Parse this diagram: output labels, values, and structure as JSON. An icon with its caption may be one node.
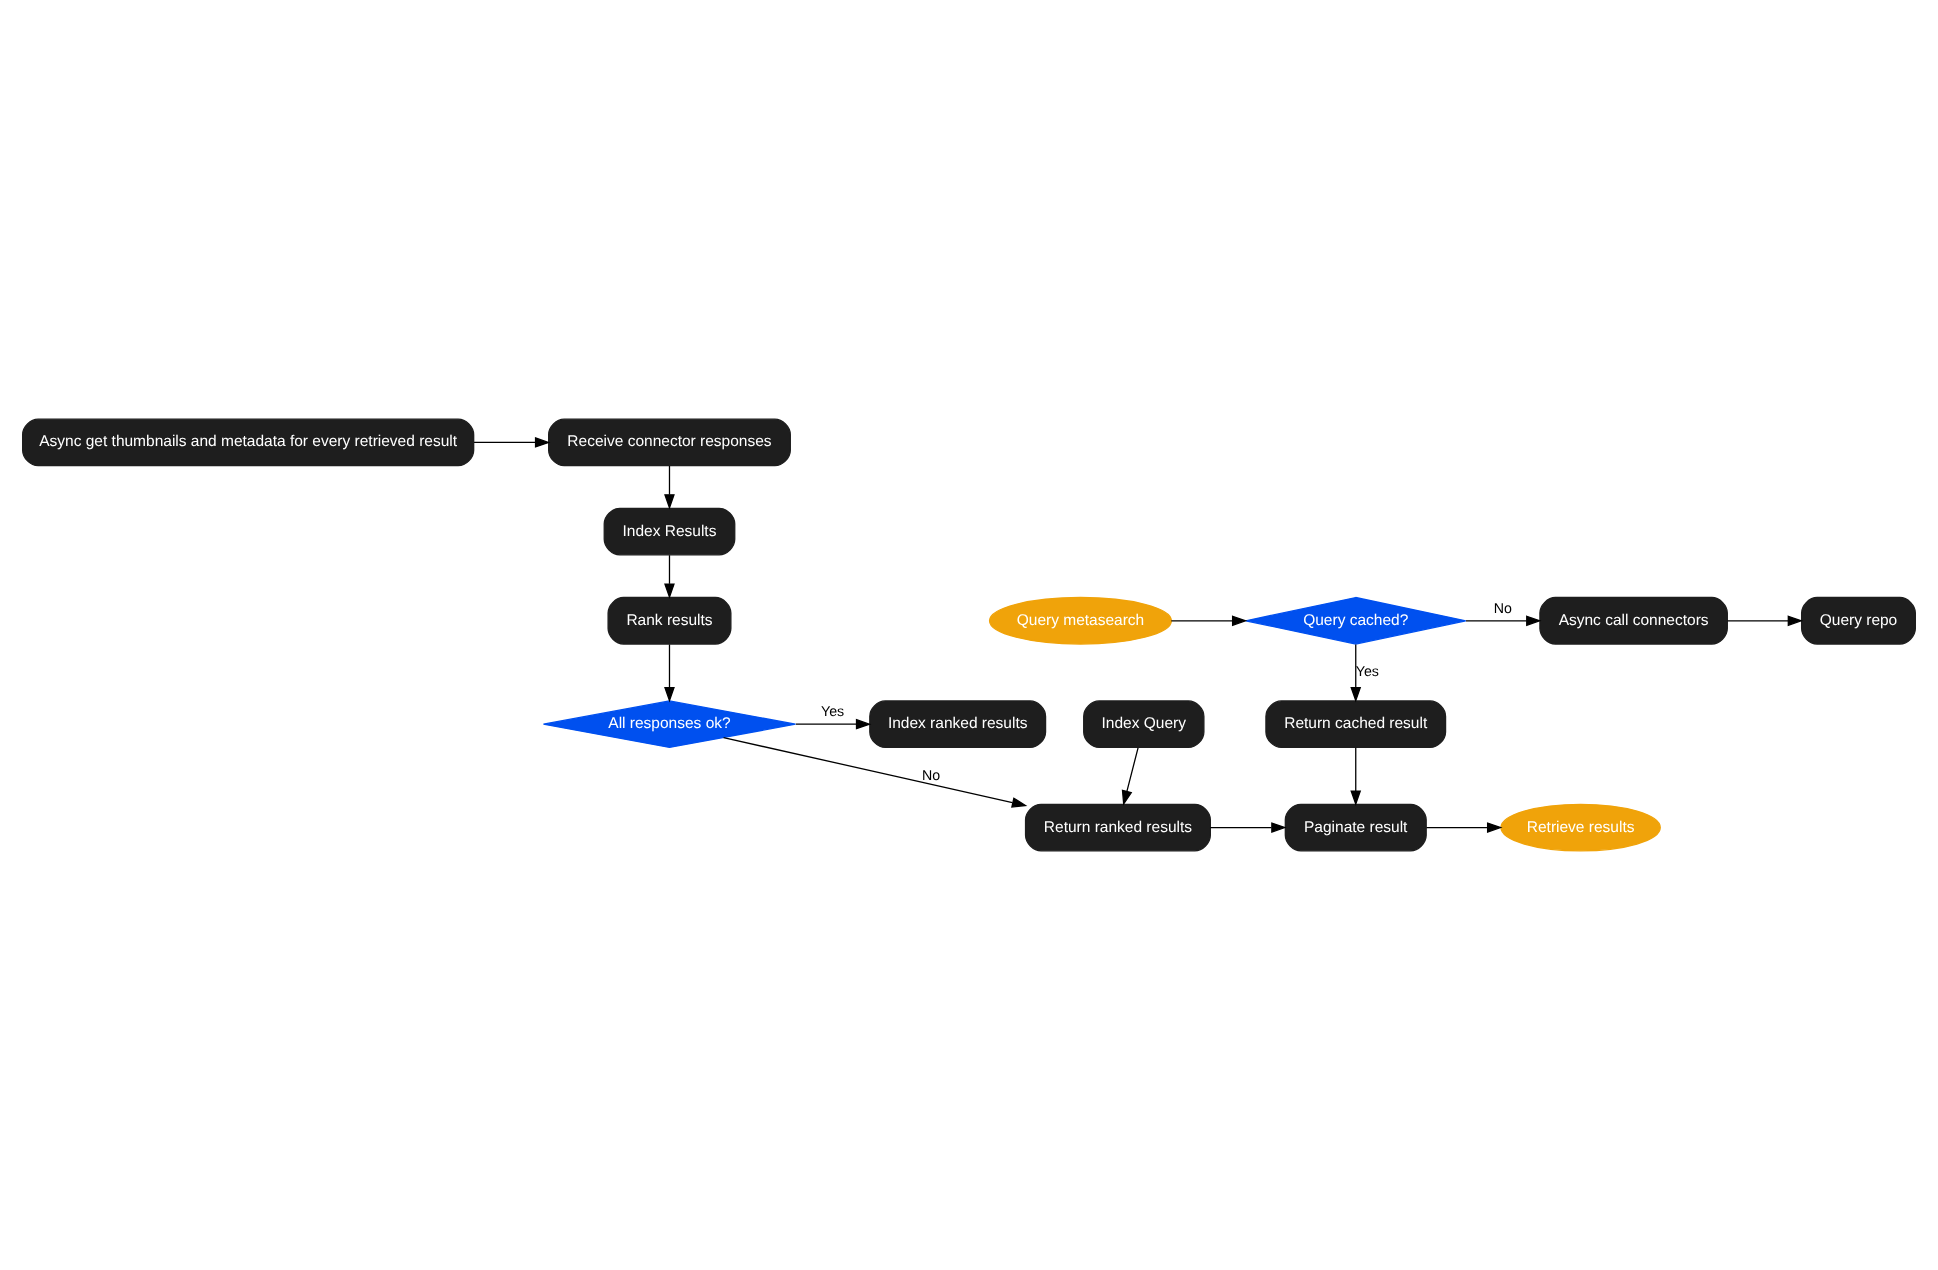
{
  "diagram": {
    "nodes": [
      {
        "text": [
          "Query metasearch"
        ]
      },
      {
        "text": [
          "Query cached?"
        ]
      },
      {
        "text": [
          "Async call connectors"
        ]
      },
      {
        "text": [
          "Query repo"
        ]
      },
      {
        "text": [
          "Receive connector responses"
        ]
      },
      {
        "text": [
          "Async get thumbnails and metadata for every retrieved result"
        ]
      },
      {
        "text": [
          "Return cached result"
        ]
      },
      {
        "text": [
          "Index Results"
        ]
      },
      {
        "text": [
          "Rank results"
        ]
      },
      {
        "text": [
          "All responses ok?"
        ]
      },
      {
        "text": [
          "Index ranked results"
        ]
      },
      {
        "text": [
          "Index Query"
        ]
      },
      {
        "text": [
          "Retrieve results"
        ]
      },
      {
        "text": [
          "Paginate result"
        ]
      },
      {
        "text": [
          "Return ranked results"
        ]
      }
    ],
    "edges": [
      {
        "from": 0,
        "to": 1,
        "arrow": "to"
      },
      {
        "from": 1,
        "to": 2,
        "arrow": "to",
        "label": "No"
      },
      {
        "from": 2,
        "to": 3,
        "arrow": "to"
      },
      {
        "from": 1,
        "to": 6,
        "arrow": "to",
        "label": "Yes"
      },
      {
        "from": 5,
        "to": 4,
        "arrow": "to"
      },
      {
        "from": 4,
        "to": 7,
        "arrow": "to"
      },
      {
        "from": 7,
        "to": 8,
        "arrow": "to"
      },
      {
        "from": 8,
        "to": 9,
        "arrow": "to"
      },
      {
        "from": 9,
        "to": 10,
        "arrow": "to",
        "label": "Yes"
      },
      {
        "from": 9,
        "to": 14,
        "arrow": "to",
        "label": "No"
      },
      {
        "from": 11,
        "to": 14,
        "arrow": "to"
      },
      {
        "from": 6,
        "to": 13,
        "arrow": "to"
      },
      {
        "from": 14,
        "to": 13,
        "arrow": "to"
      },
      {
        "from": 13,
        "to": 12,
        "arrow": "to"
      }
    ]
  }
}
